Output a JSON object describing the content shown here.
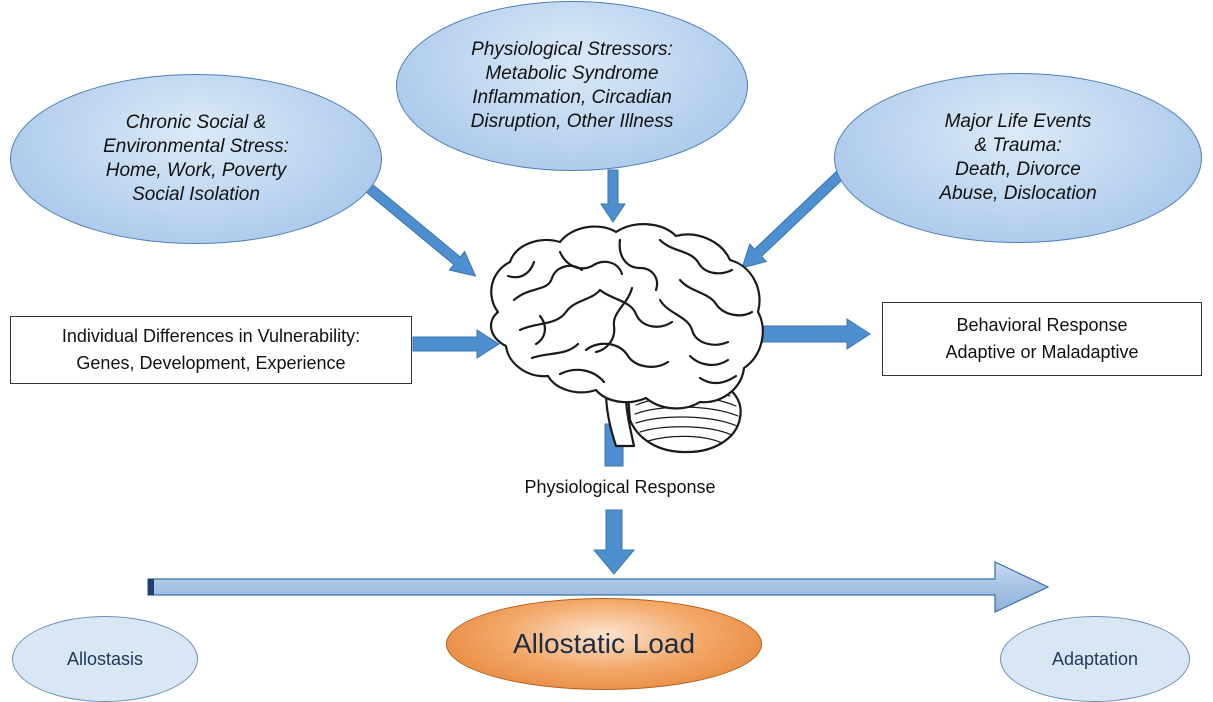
{
  "stressors": {
    "chronic_social": [
      "Chronic Social &",
      "Environmental Stress:",
      "Home, Work, Poverty",
      "Social Isolation"
    ],
    "physiological": [
      "Physiological Stressors:",
      "Metabolic Syndrome",
      "Inflammation, Circadian",
      "Disruption, Other Illness"
    ],
    "major_life_events": [
      "Major Life Events",
      "& Trauma:",
      "Death, Divorce",
      "Abuse, Dislocation"
    ]
  },
  "vulnerability": [
    "Individual Differences in Vulnerability:",
    "Genes, Development, Experience"
  ],
  "behavioral_response": [
    "Behavioral Response",
    "Adaptive or Maladaptive"
  ],
  "physiological_response": "Physiological Response",
  "outcomes": {
    "allostasis": "Allostasis",
    "allostatic_load": "Allostatic Load",
    "adaptation": "Adaptation"
  },
  "colors": {
    "arrow_fill": "#4e8fd0",
    "ellipse_fill": "#b9d3ef",
    "allostatic_load_fill": "#ee9550",
    "box_border": "#333333"
  },
  "icons": {
    "brain": "brain-icon"
  }
}
